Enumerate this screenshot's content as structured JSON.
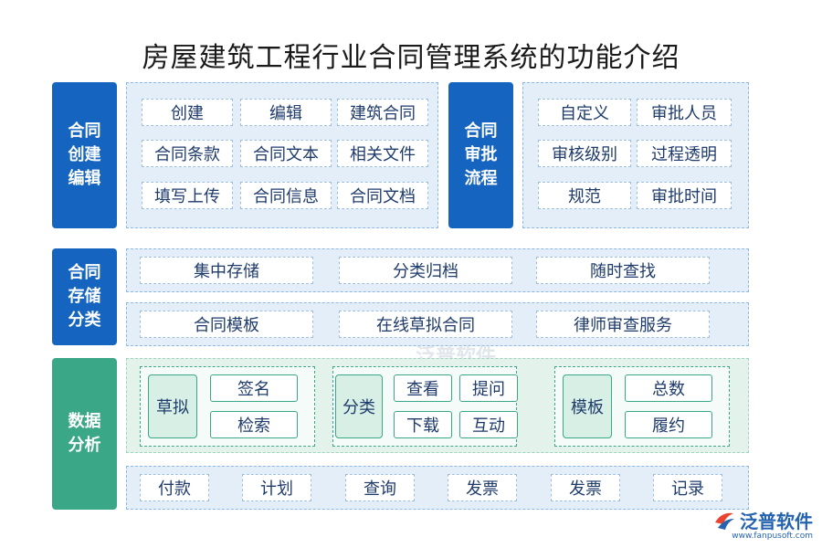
{
  "title": "房屋建筑工程行业合同管理系统的功能介绍",
  "sections": {
    "create": {
      "label": "合同\n创建\n编辑",
      "items": [
        "创建",
        "编辑",
        "建筑合同",
        "合同条款",
        "合同文本",
        "相关文件",
        "填写上传",
        "合同信息",
        "合同文档"
      ]
    },
    "approval": {
      "label": "合同\n审批\n流程",
      "items": [
        "自定义",
        "审批人员",
        "审核级别",
        "过程透明",
        "规范",
        "审批时间"
      ]
    },
    "storage": {
      "label": "合同\n存储\n分类",
      "row1": [
        "集中存储",
        "分类归档",
        "随时查找"
      ],
      "row2": [
        "合同模板",
        "在线草拟合同",
        "律师审查服务"
      ]
    },
    "analysis": {
      "label": "数据\n分析",
      "groups": [
        {
          "category": "草拟",
          "items": [
            "签名",
            "检索"
          ]
        },
        {
          "category": "分类",
          "items": [
            "查看",
            "提问",
            "下载",
            "互动"
          ]
        },
        {
          "category": "模板",
          "items": [
            "总数",
            "履约"
          ]
        }
      ],
      "bottom": [
        "付款",
        "计划",
        "查询",
        "发票",
        "发票",
        "记录"
      ]
    }
  },
  "watermark": "泛普软件",
  "logo": {
    "name": "泛普软件",
    "url": "www.fanpusoft.com",
    "icon": "fanpu-logo-icon"
  },
  "colors": {
    "blue": "#1565c0",
    "green": "#3aa886",
    "panel_blue": "#e4eef8",
    "panel_green": "#e3f3ec"
  }
}
